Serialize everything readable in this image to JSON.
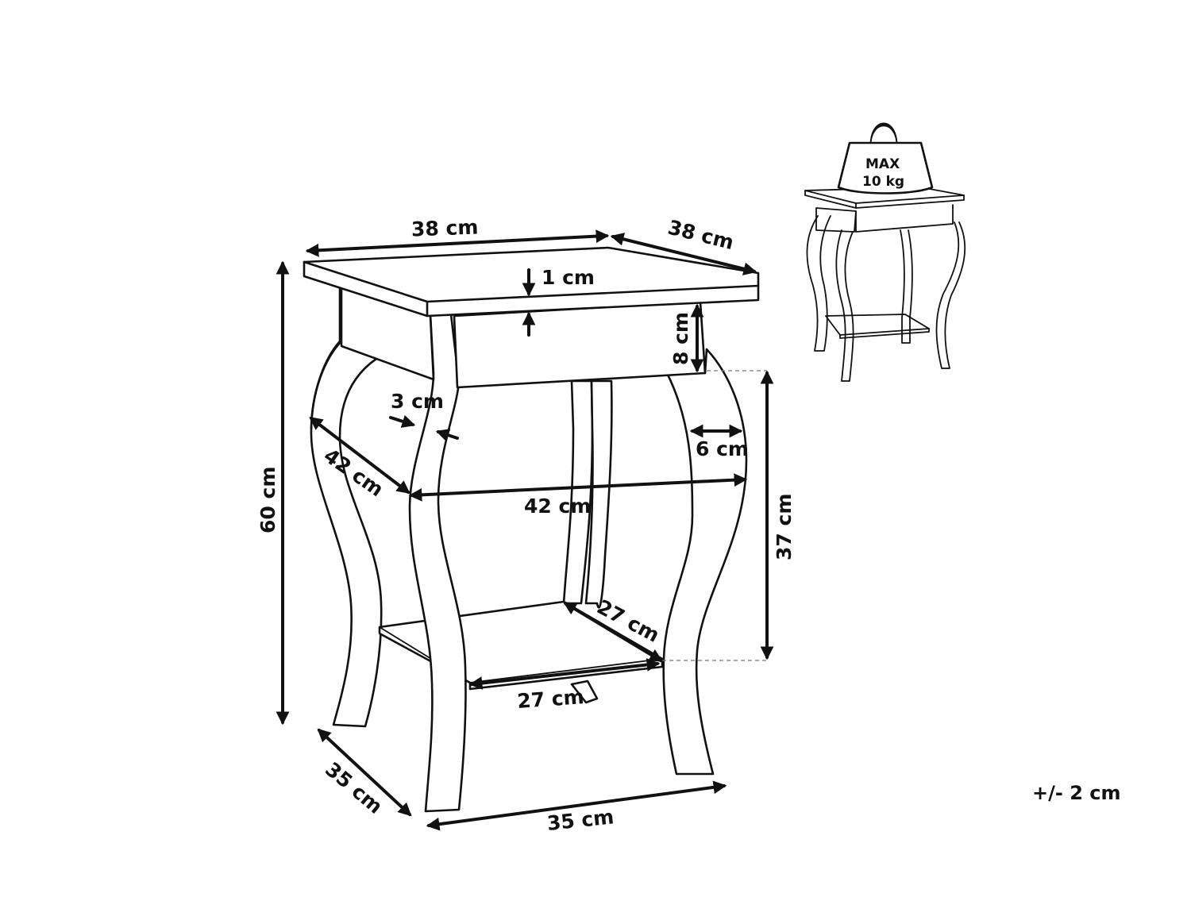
{
  "dimensions": {
    "top_width": "38 cm",
    "top_depth": "38 cm",
    "top_thickness": "1 cm",
    "drawer_height": "8 cm",
    "leg_width": "3 cm",
    "leg_offset": "6 cm",
    "height_total": "60 cm",
    "mid_diagonal_depth": "42 cm",
    "mid_width": "42 cm",
    "shelf_height": "37 cm",
    "shelf_depth": "27 cm",
    "shelf_width": "27 cm",
    "base_depth": "35 cm",
    "base_width": "35 cm"
  },
  "max_load": {
    "label": "MAX",
    "value": "10 kg"
  },
  "tolerance": "+/- 2 cm",
  "icons": {
    "weight": "weight-icon",
    "table_thumbnail": "side-table-icon"
  },
  "colors": {
    "line": "#111111",
    "background": "#ffffff",
    "guide": "#777777"
  }
}
